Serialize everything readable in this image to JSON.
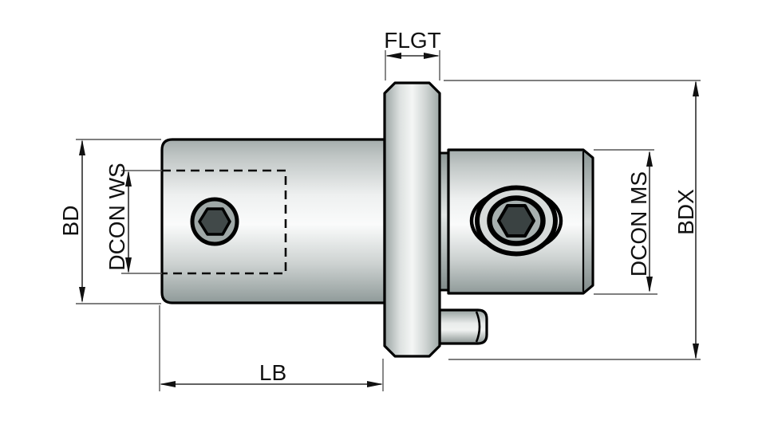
{
  "diagram": {
    "type": "technical-dimension-drawing",
    "view": "side-view-adapter-with-flange-and-socket-screws",
    "labels": {
      "flgt": "FLGT",
      "bd": "BD",
      "dcon_ws": "DCON WS",
      "dcon_ms": "DCON MS",
      "bdx": "BDX",
      "lb": "LB"
    },
    "colors": {
      "background": "#ffffff",
      "outline": "#000000",
      "dimension_line": "#2e2e2e",
      "extension_line": "#555555",
      "label_text": "#111111",
      "metal_light": "#fafbfb",
      "metal_mid": "#c6cccb",
      "metal_dark": "#8f9a99",
      "screw_ring": "#a7b0af",
      "screw_socket": "#3d4545"
    }
  }
}
